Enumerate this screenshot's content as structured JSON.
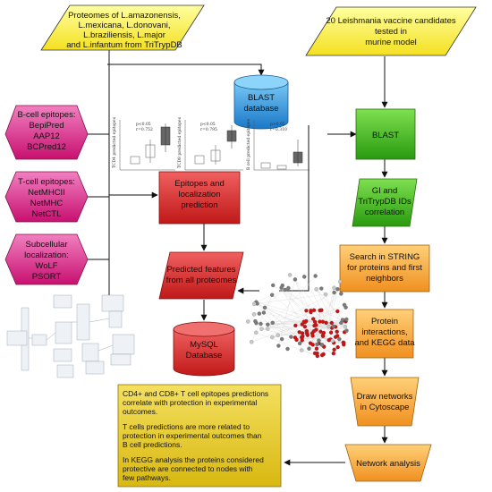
{
  "proteomes_box": {
    "line1": "Proteomes of L.amazonensis,",
    "line2": "L.mexicana, L.donovani,",
    "line3": "L.braziliensis, L.major",
    "line4": "and L.infantum from TriTrypDB"
  },
  "vaccine_box": {
    "line1": "20 Leishmania vaccine candidates",
    "line2": "tested in",
    "line3": "murine model"
  },
  "blast_db": {
    "line1": "BLAST",
    "line2": "database"
  },
  "blast": {
    "label": "BLAST"
  },
  "gi_box": {
    "line1": "GI and",
    "line2": "TriTrypDB IDs",
    "line3": "correlation"
  },
  "string_box": {
    "line1": "Search in STRING",
    "line2": "for proteins and first",
    "line3": "neighbors"
  },
  "interaction_box": {
    "line1": "Protein",
    "line2": "interactions,",
    "line3": "and KEGG data"
  },
  "cytoscape_box": {
    "line1": "Draw networks",
    "line2": "in Cytoscape"
  },
  "network_analysis": {
    "label": "Network analysis"
  },
  "bcell": {
    "line1": "B-cell epitopes:",
    "line2": "BepiPred",
    "line3": "AAP12",
    "line4": "BCPred12"
  },
  "tcell": {
    "line1": "T-cell epitopes:",
    "line2": "NetMHCII",
    "line3": "NetMHC",
    "line4": "NetCTL"
  },
  "subcell": {
    "line1": "Subcellular",
    "line2": "localization:",
    "line3": "WoLF",
    "line4": "PSORT"
  },
  "epitopes_box": {
    "line1": "Epitopes and",
    "line2": "localization",
    "line3": "prediction"
  },
  "predicted_box": {
    "line1": "Predicted features",
    "line2": "from all proteomes"
  },
  "mysql": {
    "line1": "MySQL",
    "line2": "Database"
  },
  "conclusions": {
    "p1": [
      "CD4+ and CD8+ T cell epitopes predictions",
      "correlate with protection in experimental",
      "outcomes."
    ],
    "p2": [
      "T cells predictions are more related to",
      "protection in experimental outcomes than",
      "B cell predictions."
    ],
    "p3": [
      "In KEGG analysis the proteins considered",
      "protective are connected to nodes with",
      "few pathways."
    ]
  },
  "plots": [
    {
      "ylabel": "TCD4 predicted epitopes",
      "stat1": "p<0.05",
      "stat2": "r=0.752"
    },
    {
      "ylabel": "TCD8 predicted epitopes",
      "stat1": "p<0.05",
      "stat2": "r=0.795"
    },
    {
      "ylabel": "B cell predicted epitopes",
      "stat1": "p>0.05",
      "stat2": "r=0.310"
    }
  ],
  "colors": {
    "yellow": "#ffff66",
    "blue": "#1e90d8",
    "green": "#3cb81c",
    "orange": "#f8a838",
    "pink": "#d8207a",
    "red": "#d42020",
    "olive": "#e4c81e"
  }
}
